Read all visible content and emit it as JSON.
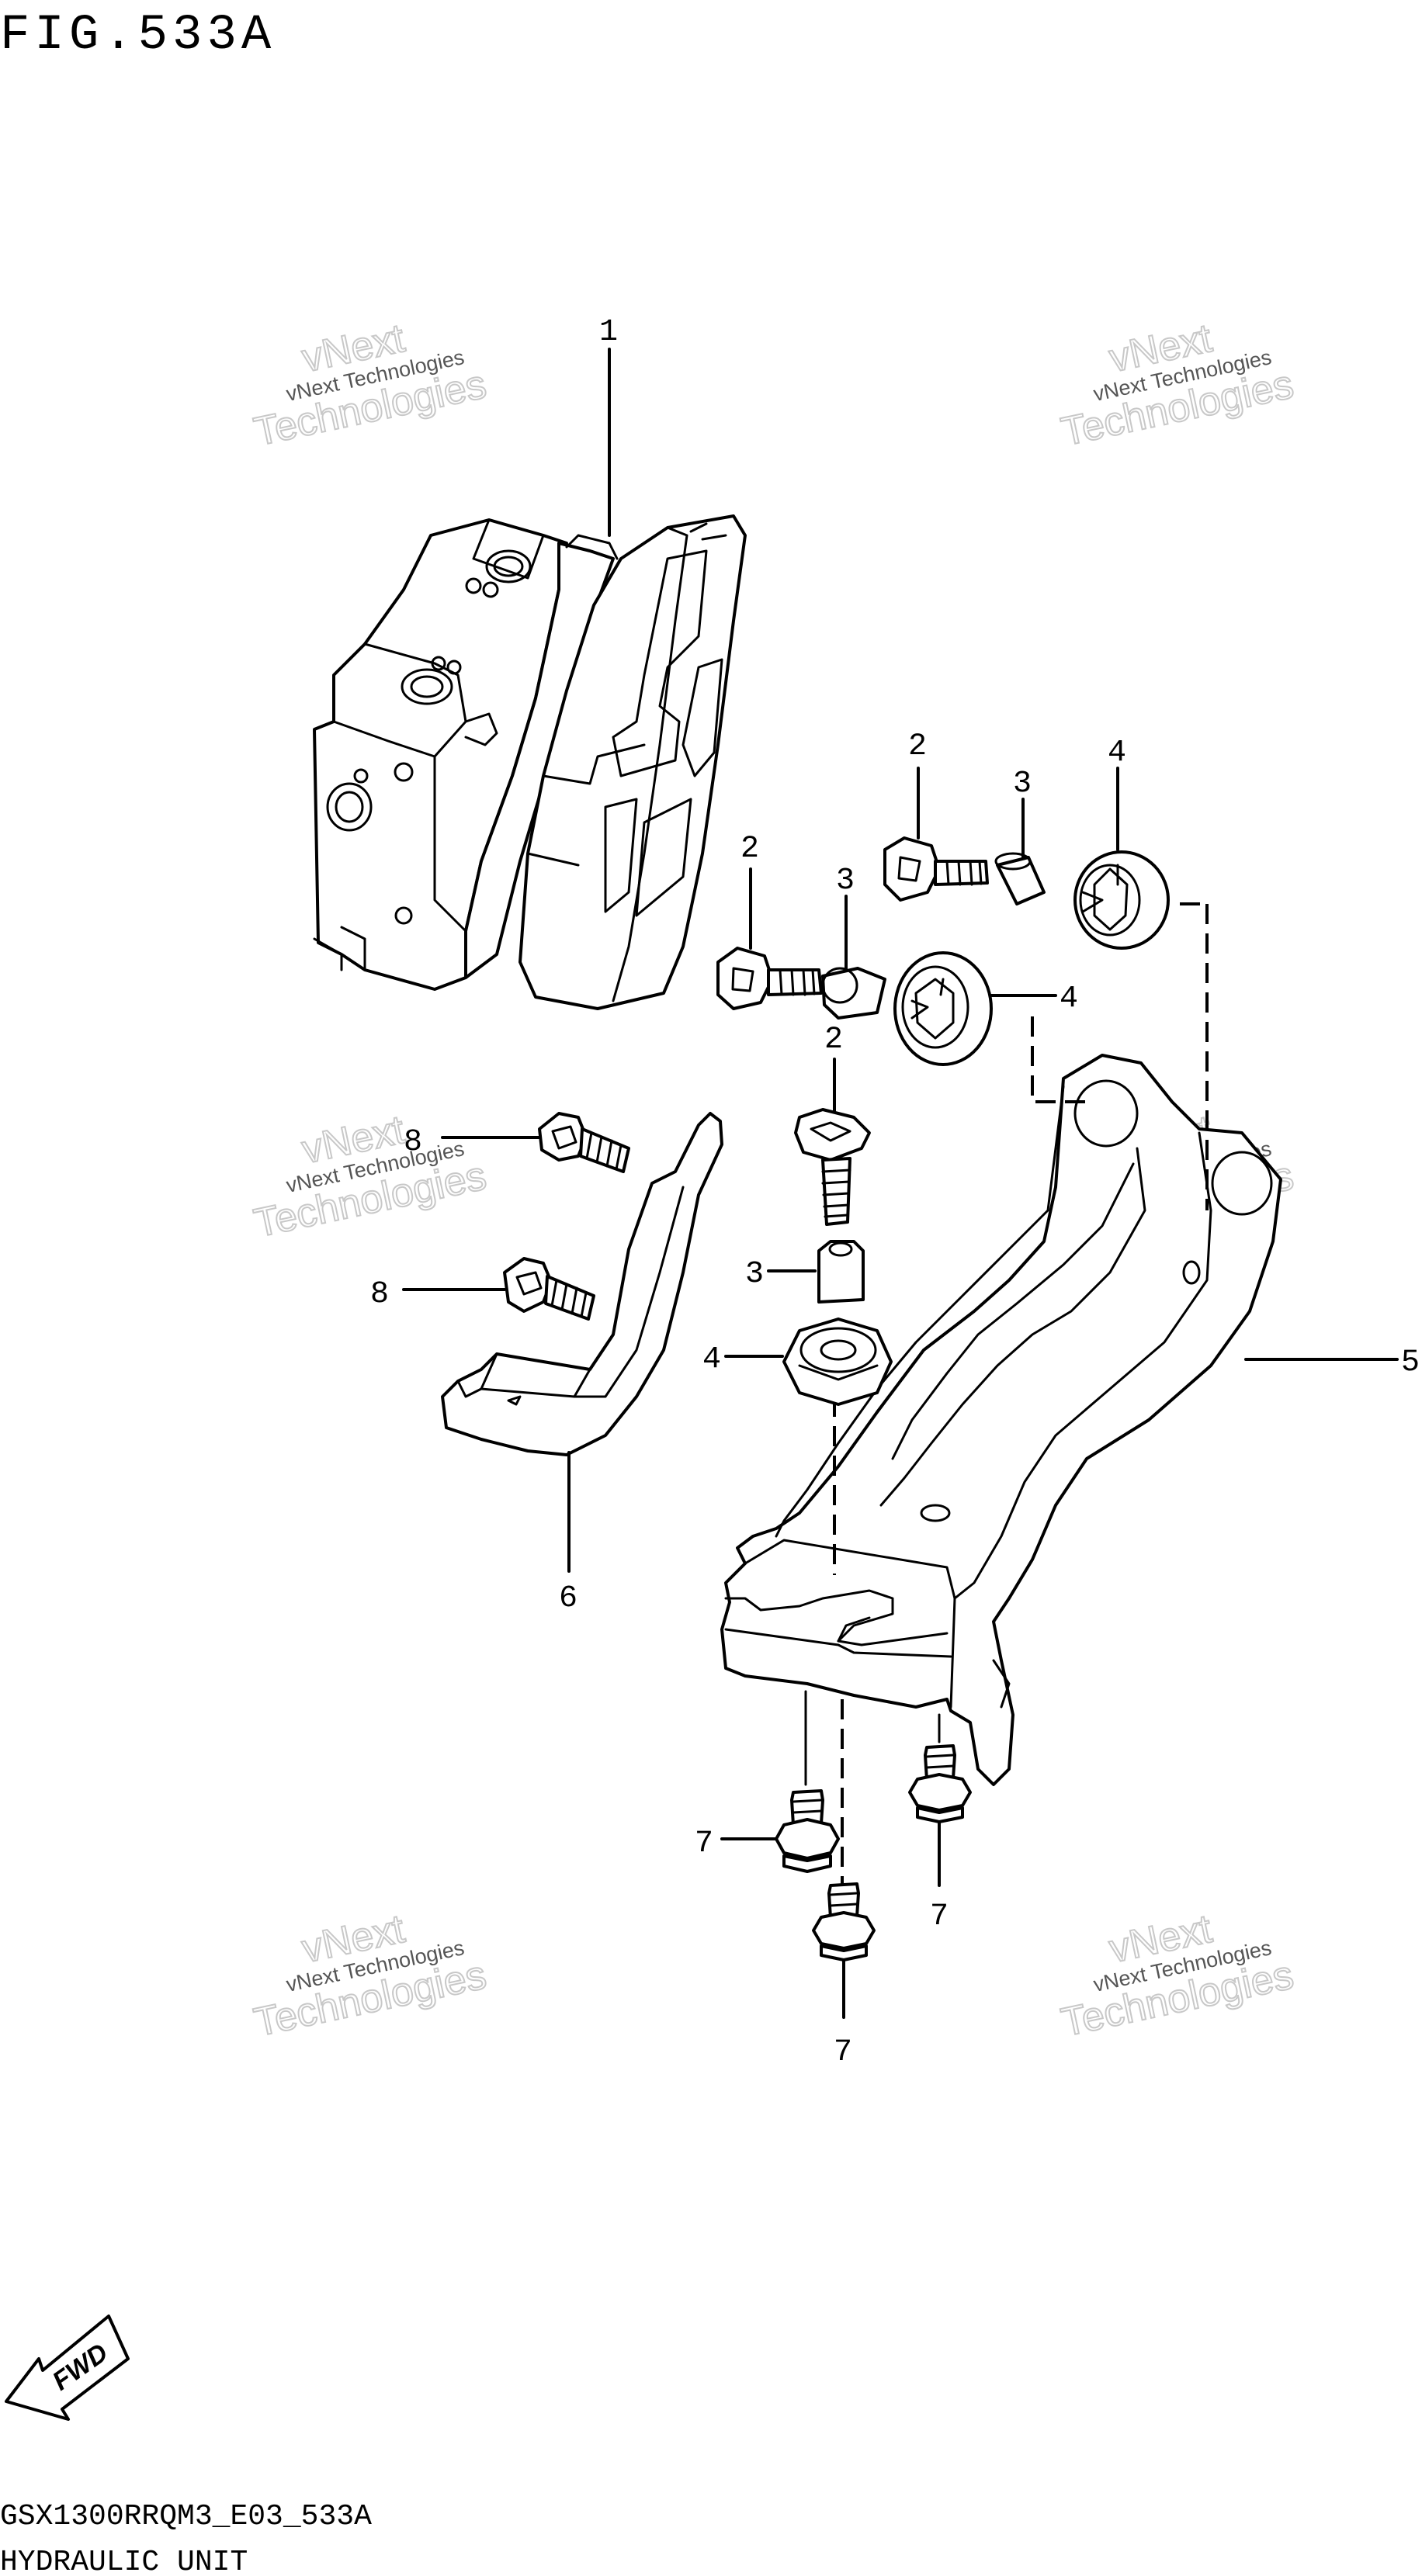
{
  "figure": {
    "title": "FIG.533A",
    "footer_code": "GSX1300RRQM3_E03_533A",
    "footer_name": "HYDRAULIC UNIT"
  },
  "fwd_badge": {
    "label": "FWD"
  },
  "watermark": {
    "line_small": "vNext Technologies",
    "line_big_1": "vNext",
    "line_big_2": "Technologies"
  },
  "callouts": {
    "c1": "1",
    "c2a": "2",
    "c2b": "2",
    "c2c": "2",
    "c3a": "3",
    "c3b": "3",
    "c3c": "3",
    "c4a": "4",
    "c4b": "4",
    "c4c": "4",
    "c5": "5",
    "c6": "6",
    "c7a": "7",
    "c7b": "7",
    "c7c": "7",
    "c8a": "8",
    "c8b": "8"
  }
}
